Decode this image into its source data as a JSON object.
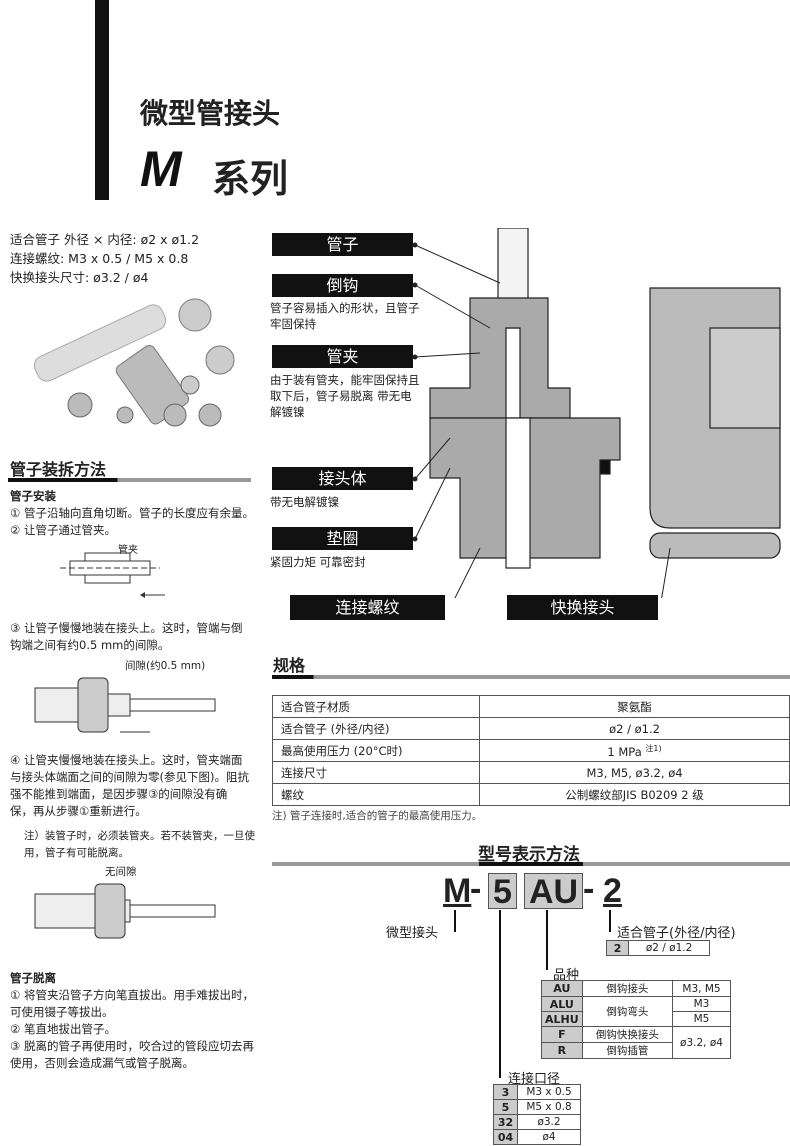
{
  "title": {
    "line1": "微型管接头",
    "series_letter": "M",
    "series_word": "系列"
  },
  "intro": [
    "适合管子 外径 × 内径: ø2 x ø1.2",
    "连接螺纹: M3 x 0.5 / M5 x 0.8",
    "快换接头尺寸: ø3.2 / ø4"
  ],
  "install": {
    "heading": "管子装拆方法",
    "sub1": "管子安装",
    "steps": [
      "① 管子沿轴向直角切断。管子的长度应有余量。",
      "② 让管子通过管夹。",
      "③ 让管子慢慢地装在接头上。这时，管端与倒钩端之间有约0.5 mm的间隙。",
      "④ 让管夹慢慢地装在接头上。这时，管夹端面与接头体端面之间的间隙为零(参见下图)。阻抗强不能推到端面，是因步骤③的间隙没有确保，再从步骤①重新进行。"
    ],
    "fig_labels": {
      "clamp": "管夹",
      "gap": "间隙(约0.5 mm)",
      "nogap": "无间隙"
    },
    "note": "注）装管子时，必须装管夹。若不装管夹，一旦使用，管子有可能脱离。",
    "sub2": "管子脱离",
    "remove": [
      "① 将管夹沿管子方向笔直拔出。用手难拔出时，可使用镊子等拔出。",
      "② 笔直地拔出管子。",
      "③ 脱离的管子再使用时，咬合过的管段应切去再使用，否则会造成漏气或管子脱离。"
    ]
  },
  "parts": [
    {
      "label": "管子",
      "desc": ""
    },
    {
      "label": "倒钩",
      "desc": "管子容易插入的形状，且管子牢固保持"
    },
    {
      "label": "管夹",
      "desc": "由于装有管夹，能牢固保持且取下后，管子易脱离 带无电解镀镍"
    },
    {
      "label": "接头体",
      "desc": "带无电解镀镍"
    },
    {
      "label": "垫圈",
      "desc": "紧固力矩 可靠密封"
    }
  ],
  "bottom_labels": {
    "thread": "连接螺纹",
    "quick": "快换接头"
  },
  "spec": {
    "heading": "规格",
    "rows": [
      [
        "适合管子材质",
        "聚氨酯"
      ],
      [
        "适合管子 (外径/内径)",
        "ø2 / ø1.2"
      ],
      [
        "最高使用压力 (20°C时)",
        "1 MPa"
      ],
      [
        "连接尺寸",
        "M3, M5, ø3.2, ø4"
      ],
      [
        "螺纹",
        "公制螺纹部JIS B0209  2 级"
      ]
    ],
    "note_mark": "注1)",
    "note": "注) 管子连接时,适合的管子的最高使用压力。"
  },
  "model": {
    "heading": "型号表示方法",
    "code": [
      "M",
      "-",
      "5",
      "AU",
      "-",
      "2"
    ],
    "micro": "微型接头",
    "tube": {
      "title": "适合管子(外径/内径)",
      "rows": [
        [
          "2",
          "ø2 / ø1.2"
        ]
      ]
    },
    "kind": {
      "title": "品种",
      "rows": [
        [
          "AU",
          "倒钩接头",
          "M3, M5"
        ],
        [
          "ALU",
          "倒钩弯头",
          "M3"
        ],
        [
          "ALHU",
          "",
          "M5"
        ],
        [
          "F",
          "倒钩快换接头",
          "ø3.2, ø4"
        ],
        [
          "R",
          "倒钩插管",
          ""
        ]
      ]
    },
    "port": {
      "title": "连接口径",
      "rows": [
        [
          "3",
          "M3 x 0.5"
        ],
        [
          "5",
          "M5 x 0.8"
        ],
        [
          "32",
          "ø3.2"
        ],
        [
          "04",
          "ø4"
        ]
      ]
    }
  }
}
